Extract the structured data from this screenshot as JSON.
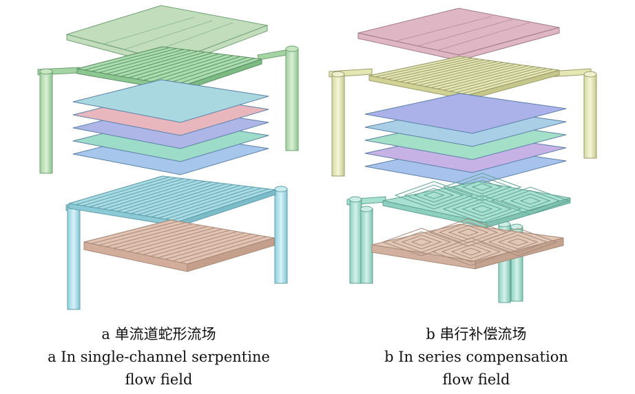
{
  "figure": {
    "panel_a": {
      "caption_cn": "a  单流道蛇形流场",
      "caption_en_line1": "a  In single-channel serpentine",
      "caption_en_line2": "flow field",
      "layers_top_to_bottom": [
        {
          "component": "top-end-plate",
          "color": "#b7d7b0"
        },
        {
          "component": "serpentine-flow-plate-upper",
          "color": "#a9dcae"
        },
        {
          "component": "layer-1",
          "color": "#a9d8e0"
        },
        {
          "component": "layer-2",
          "color": "#e8b7bd"
        },
        {
          "component": "layer-3",
          "color": "#aeb6e8"
        },
        {
          "component": "layer-4",
          "color": "#9ddcc8"
        },
        {
          "component": "layer-5",
          "color": "#a7c6ec"
        },
        {
          "component": "serpentine-flow-plate-lower",
          "color": "#a8dbe3"
        },
        {
          "component": "bottom-end-plate",
          "color": "#e2c2b2"
        }
      ]
    },
    "panel_b": {
      "caption_cn": "b  串行补偿流场",
      "caption_en_line1": "b In series compensation",
      "caption_en_line2": "flow field",
      "layers_top_to_bottom": [
        {
          "component": "top-end-plate",
          "color": "#dfb7c4"
        },
        {
          "component": "parallel-flow-plate-upper",
          "color": "#e4e6b3"
        },
        {
          "component": "layer-1",
          "color": "#abb2ea"
        },
        {
          "component": "layer-2",
          "color": "#a9cfe6"
        },
        {
          "component": "layer-3",
          "color": "#a4e0c8"
        },
        {
          "component": "layer-4",
          "color": "#c7b2e6"
        },
        {
          "component": "layer-5",
          "color": "#a7c2ec"
        },
        {
          "component": "compensation-flow-plate-lower",
          "color": "#a8e0d2"
        },
        {
          "component": "bottom-end-plate",
          "color": "#e2c6b6"
        }
      ]
    }
  }
}
